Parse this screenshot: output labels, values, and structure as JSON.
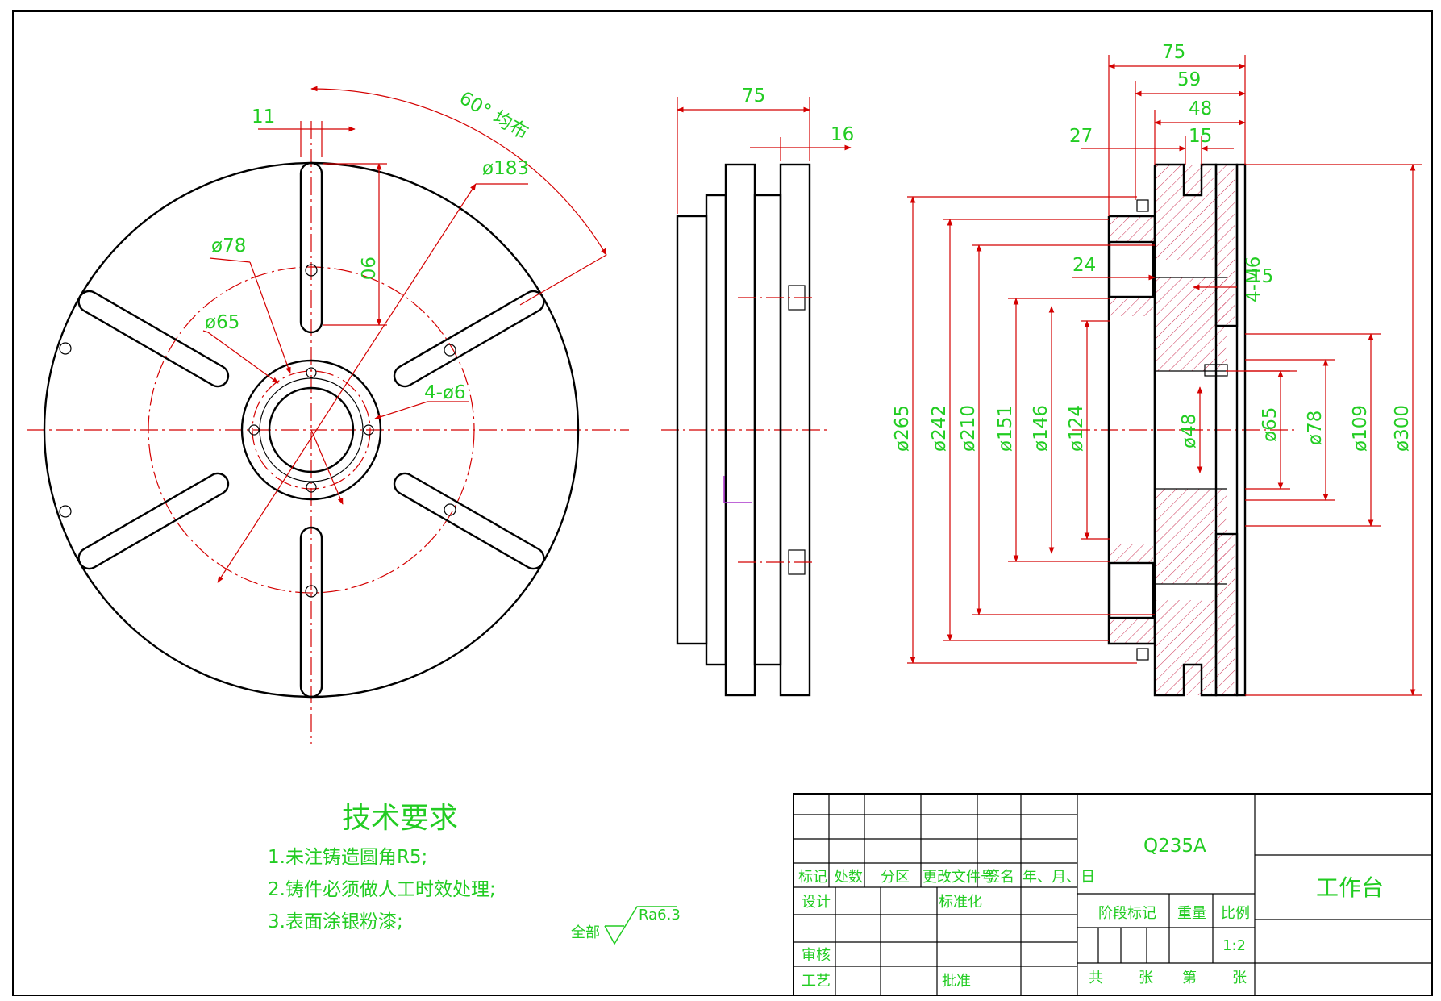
{
  "front_view": {
    "dims": {
      "d11": "11",
      "d90": "90",
      "d60": "60° 均布",
      "d183": "ø183",
      "d78": "ø78",
      "d65": "ø65",
      "d4x6": "4-ø6"
    }
  },
  "side_view": {
    "dims": {
      "d75": "75",
      "d16": "16"
    }
  },
  "section_view": {
    "dims": {
      "d75": "75",
      "d59": "59",
      "d48": "48",
      "d27": "27",
      "d15a": "15",
      "d24": "24",
      "d15b": "15",
      "d4m6": "4-M6",
      "d265": "ø265",
      "d242": "ø242",
      "d210": "ø210",
      "d151": "ø151",
      "d146": "ø146",
      "d124": "ø124",
      "d48dia": "ø48",
      "d65": "ø65",
      "d78": "ø78",
      "d109": "ø109",
      "d300": "ø300"
    }
  },
  "notes": {
    "title": "技术要求",
    "items": [
      "1.未注铸造圆角R5;",
      "2.铸件必须做人工时效处理;",
      "3.表面涂银粉漆;"
    ]
  },
  "roughness": {
    "prefix": "全部",
    "value": "Ra6.3"
  },
  "title_block": {
    "headers": [
      "标记",
      "处数",
      "分区",
      "更改文件号",
      "签名",
      "年、月、日"
    ],
    "design": "设计",
    "standardize": "标准化",
    "stage_mark": "阶段标记",
    "weight": "重量",
    "scale_label": "比例",
    "scale_value": "1:2",
    "review": "审核",
    "process": "工艺",
    "approve": "批准",
    "material": "Q235A",
    "part_name": "工作台",
    "total": "共",
    "sheet_unit1": "张",
    "sheet_of": "第",
    "sheet_unit2": "张"
  },
  "colors": {
    "dimension": "#22cc22",
    "centerline": "#d40000",
    "outline": "#000000",
    "axis": "#aa33cc"
  }
}
